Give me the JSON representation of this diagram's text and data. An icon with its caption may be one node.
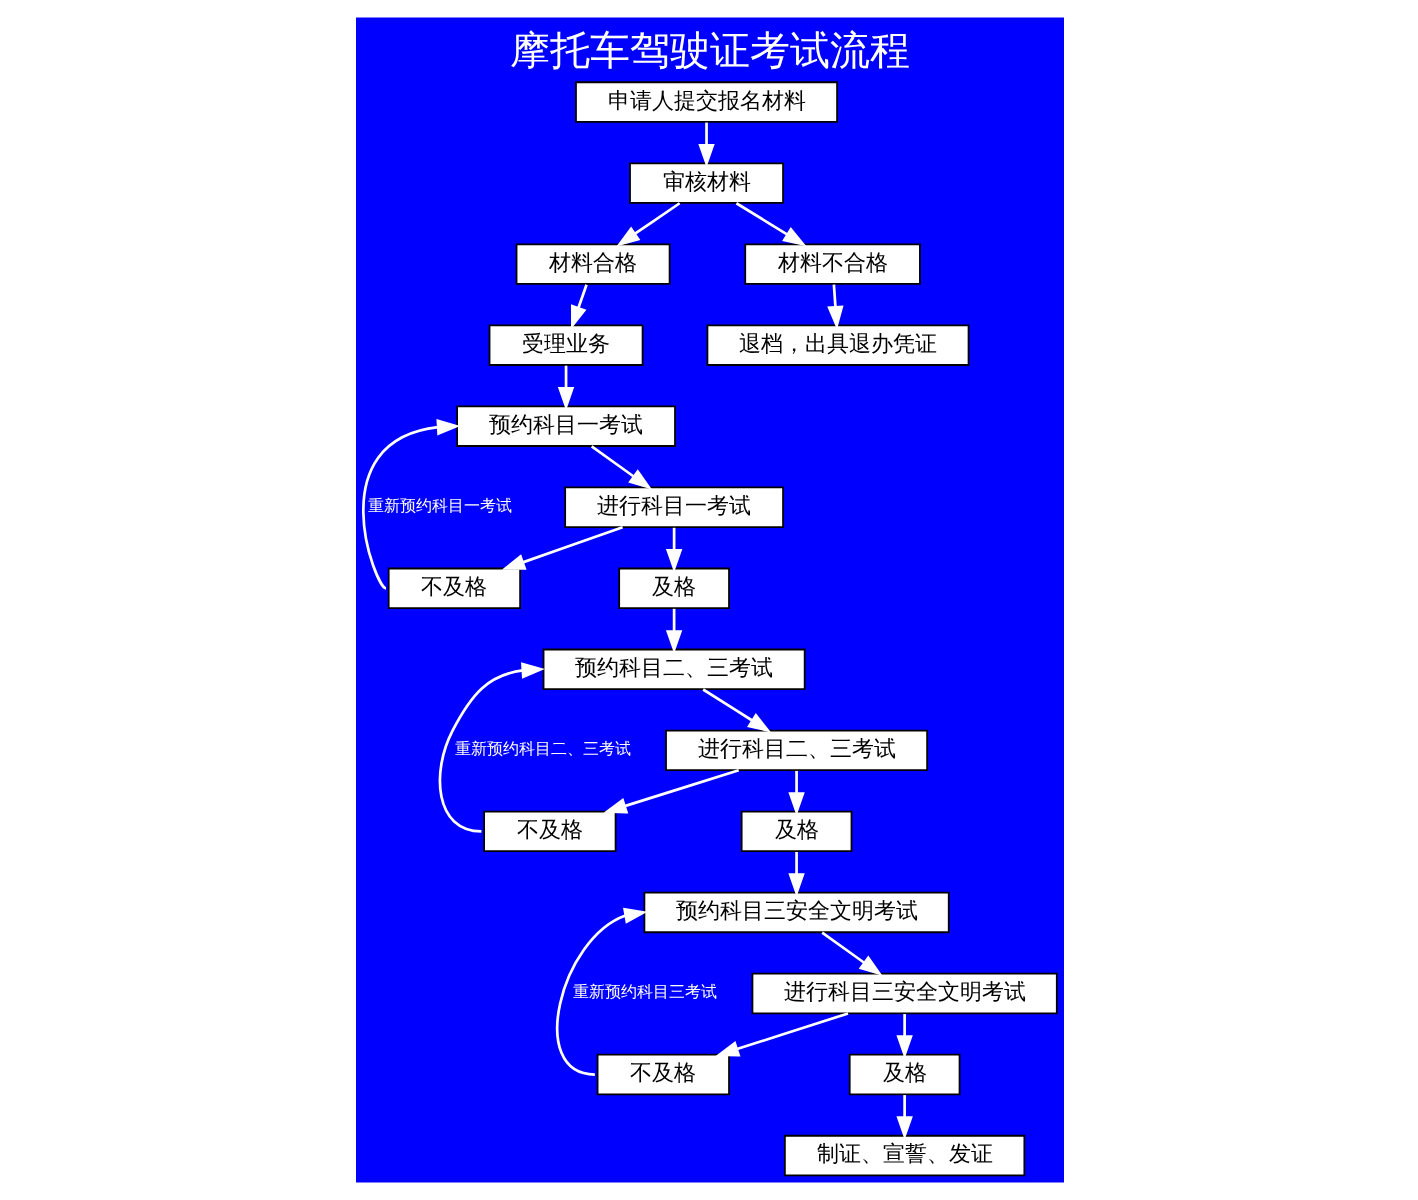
{
  "diagram": {
    "title": "摩托车驾驶证考试流程",
    "nodes": [
      {
        "text": [
          "申请人提交报名材料"
        ]
      },
      {
        "text": [
          "审核材料"
        ]
      },
      {
        "text": [
          "材料合格"
        ]
      },
      {
        "text": [
          "材料不合格"
        ]
      },
      {
        "text": [
          "受理业务"
        ]
      },
      {
        "text": [
          "退档，出具退办凭证"
        ]
      },
      {
        "text": [
          "预约科目一考试"
        ]
      },
      {
        "text": [
          "进行科目一考试"
        ]
      },
      {
        "text": [
          "不及格"
        ]
      },
      {
        "text": [
          "及格"
        ]
      },
      {
        "text": [
          "预约科目二、三考试"
        ]
      },
      {
        "text": [
          "进行科目二、三考试"
        ]
      },
      {
        "text": [
          "不及格"
        ]
      },
      {
        "text": [
          "及格"
        ]
      },
      {
        "text": [
          "预约科目三安全文明考试"
        ]
      },
      {
        "text": [
          "进行科目三安全文明考试"
        ]
      },
      {
        "text": [
          "不及格"
        ]
      },
      {
        "text": [
          "及格"
        ]
      },
      {
        "text": [
          "制证、宣誓、发证"
        ]
      }
    ],
    "edges": [
      {
        "from": 0,
        "to": 1,
        "arrow": "to"
      },
      {
        "from": 1,
        "to": 2,
        "arrow": "to"
      },
      {
        "from": 1,
        "to": 3,
        "arrow": "to"
      },
      {
        "from": 2,
        "to": 4,
        "arrow": "to"
      },
      {
        "from": 3,
        "to": 5,
        "arrow": "to"
      },
      {
        "from": 4,
        "to": 6,
        "arrow": "to"
      },
      {
        "from": 6,
        "to": 7,
        "arrow": "to"
      },
      {
        "from": 7,
        "to": 8,
        "arrow": "to"
      },
      {
        "from": 7,
        "to": 9,
        "arrow": "to"
      },
      {
        "from": 8,
        "to": 6,
        "arrow": "to",
        "label": "重新预约科目一考试"
      },
      {
        "from": 9,
        "to": 10,
        "arrow": "to"
      },
      {
        "from": 10,
        "to": 11,
        "arrow": "to"
      },
      {
        "from": 11,
        "to": 12,
        "arrow": "to"
      },
      {
        "from": 11,
        "to": 13,
        "arrow": "to"
      },
      {
        "from": 12,
        "to": 10,
        "arrow": "to",
        "label": "重新预约科目二、三考试"
      },
      {
        "from": 13,
        "to": 14,
        "arrow": "to"
      },
      {
        "from": 14,
        "to": 15,
        "arrow": "to"
      },
      {
        "from": 15,
        "to": 16,
        "arrow": "to"
      },
      {
        "from": 15,
        "to": 17,
        "arrow": "to"
      },
      {
        "from": 16,
        "to": 14,
        "arrow": "to",
        "label": "重新预约科目三考试"
      },
      {
        "from": 17,
        "to": 18,
        "arrow": "to"
      }
    ]
  }
}
